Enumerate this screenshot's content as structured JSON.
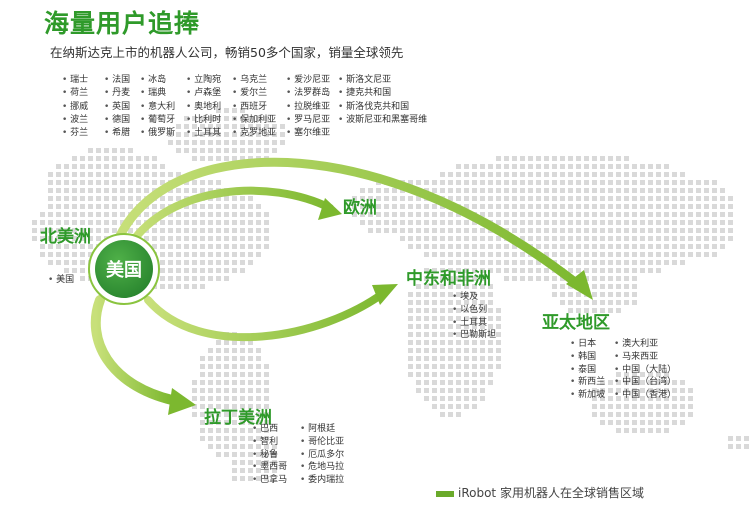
{
  "heading": {
    "title": "海量用户追捧",
    "subtitle": "在纳斯达克上市的机器人公司，畅销50多个国家，销量全球领先"
  },
  "europe_countries": [
    [
      "瑞士",
      "荷兰",
      "挪威",
      "波兰",
      "芬兰"
    ],
    [
      "法国",
      "丹麦",
      "英国",
      "德国",
      "希腊"
    ],
    [
      "冰岛",
      "瑞典",
      "意大利",
      "葡萄牙",
      "俄罗斯"
    ],
    [
      "立陶宛",
      "卢森堡",
      "奥地利",
      "比利时",
      "土耳其"
    ],
    [
      "乌克兰",
      "爱尔兰",
      "西班牙",
      "保加利亚",
      "克罗地亚"
    ],
    [
      "爱沙尼亚",
      "法罗群岛",
      "拉脱维亚",
      "罗马尼亚",
      "塞尔维亚"
    ],
    [
      "斯洛文尼亚",
      "捷克共和国",
      "斯洛伐克共和国",
      "波斯尼亚和黑塞哥维"
    ]
  ],
  "regions": {
    "north_america": "北美洲",
    "usa_badge": "美国",
    "europe": "欧洲",
    "middle_east_africa": "中东和非洲",
    "asia_pacific": "亚太地区",
    "latin_america": "拉丁美洲"
  },
  "north_america_countries": [
    "美国"
  ],
  "middle_east_africa_countries": [
    "埃及",
    "以色列",
    "土耳其",
    "巴勒斯坦"
  ],
  "asia_pacific_countries": [
    [
      "日本",
      "韩国",
      "泰国",
      "新西兰",
      "新加坡"
    ],
    [
      "澳大利亚",
      "马来西亚",
      "中国（大陆）",
      "中国（台湾）",
      "中国（香港）"
    ]
  ],
  "latin_america_countries": [
    [
      "巴西",
      "智利",
      "秘鲁",
      "墨西哥",
      "巴拿马"
    ],
    [
      "阿根廷",
      "哥伦比亚",
      "厄瓜多尔",
      "危地马拉",
      "委内瑞拉"
    ]
  ],
  "legend": {
    "label": "iRobot 家用机器人在全球销售区域"
  },
  "colors": {
    "title_green": "#2f9a2a",
    "arrow_green": "#8cc63f",
    "map_dots": "#d9d9d9"
  }
}
